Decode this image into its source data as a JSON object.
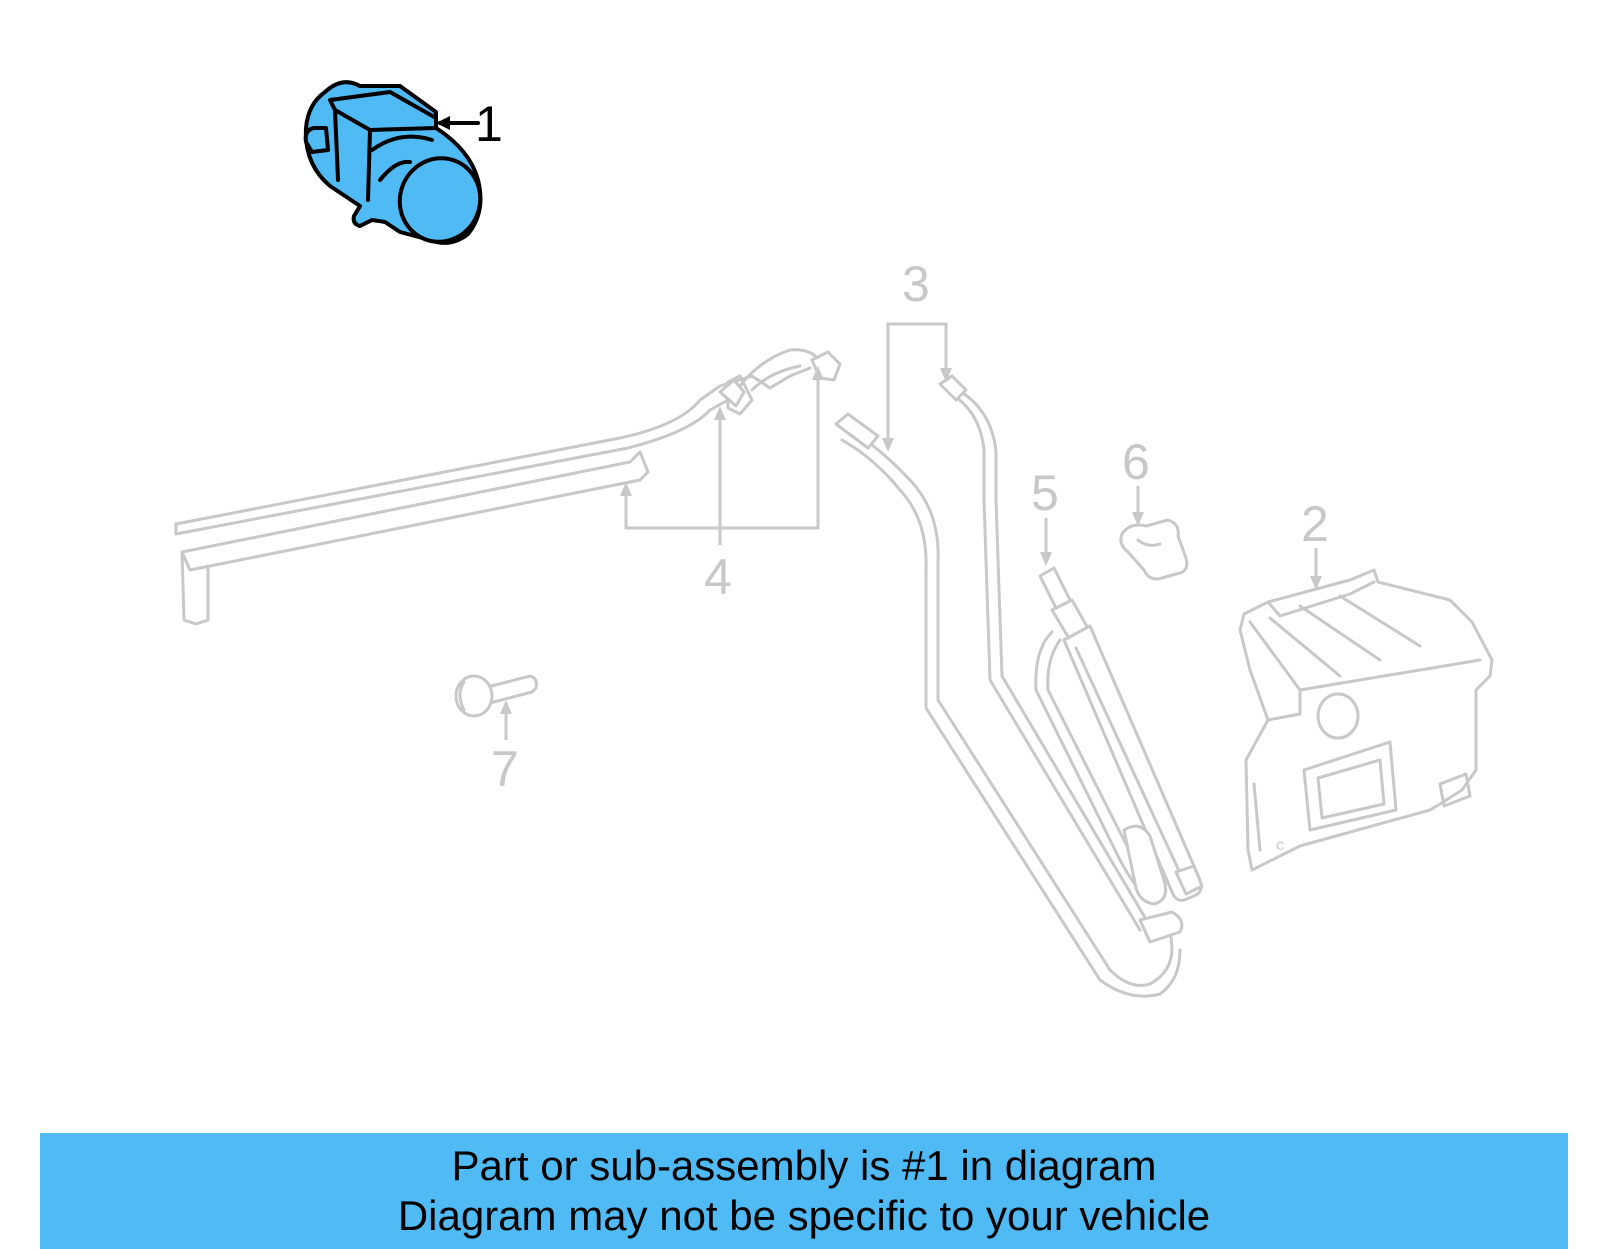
{
  "callouts": {
    "c1": "1",
    "c2": "2",
    "c3": "3",
    "c4": "4",
    "c5": "5",
    "c6": "6",
    "c7": "7"
  },
  "highlighted_part": "1",
  "colors": {
    "highlight": "#4fbaf3",
    "ghost": "#c8c8c8",
    "banner": "#4fbaf3"
  },
  "footer": {
    "line1": "Part or sub-assembly is #1 in diagram",
    "line2": "Diagram may not be specific to your vehicle"
  }
}
